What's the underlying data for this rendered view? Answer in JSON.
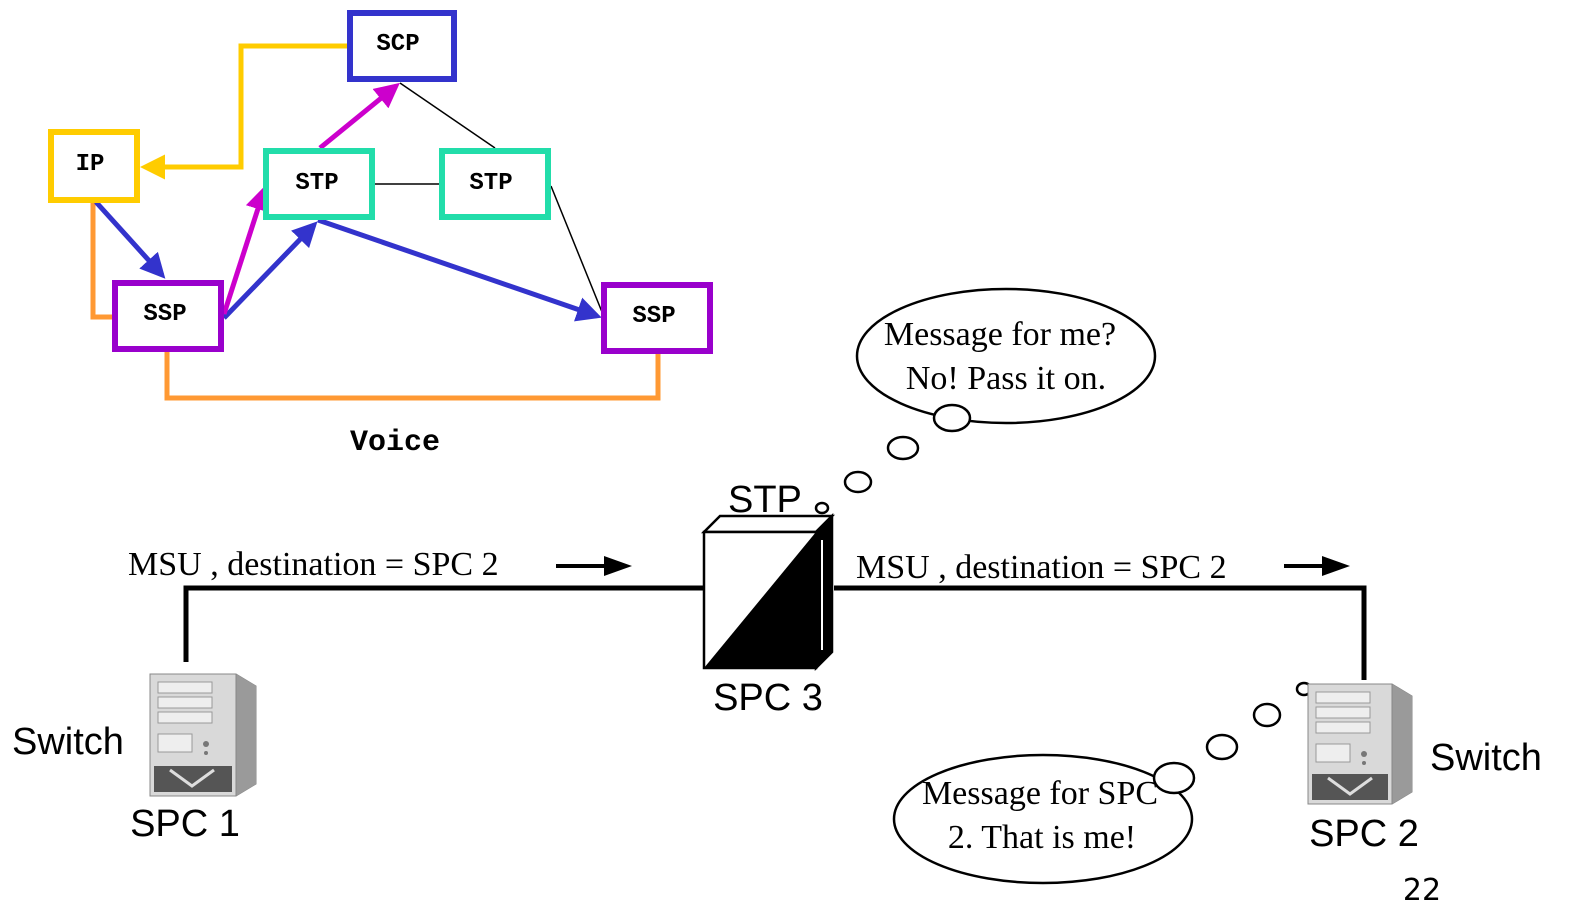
{
  "network_diagram": {
    "nodes": {
      "scp": "SCP",
      "ip": "IP",
      "stp_left": "STP",
      "stp_right": "STP",
      "ssp_left": "SSP",
      "ssp_right": "SSP"
    },
    "voice_label": "Voice",
    "colors": {
      "scp": "#3333cc",
      "ip": "#ffcc00",
      "stp": "#22ddaa",
      "ssp": "#9900cc",
      "yellow_path": "#ffcc00",
      "orange_path": "#ff9933",
      "magenta_path": "#cc00cc",
      "blue_path": "#3333cc"
    }
  },
  "routing_diagram": {
    "stp_label": "STP",
    "spc3_label": "SPC 3",
    "msu_left": "MSU , destination = SPC 2",
    "msu_right": "MSU , destination = SPC 2",
    "left_switch": {
      "label": "Switch",
      "spc": "SPC 1"
    },
    "right_switch": {
      "label": "Switch",
      "spc": "SPC 2"
    },
    "bubble_top": {
      "line1": "Message for me?",
      "line2": "No! Pass it on."
    },
    "bubble_bottom": {
      "line1": "Message for SPC",
      "line2": "2. That is me!"
    }
  },
  "page_number": "22"
}
